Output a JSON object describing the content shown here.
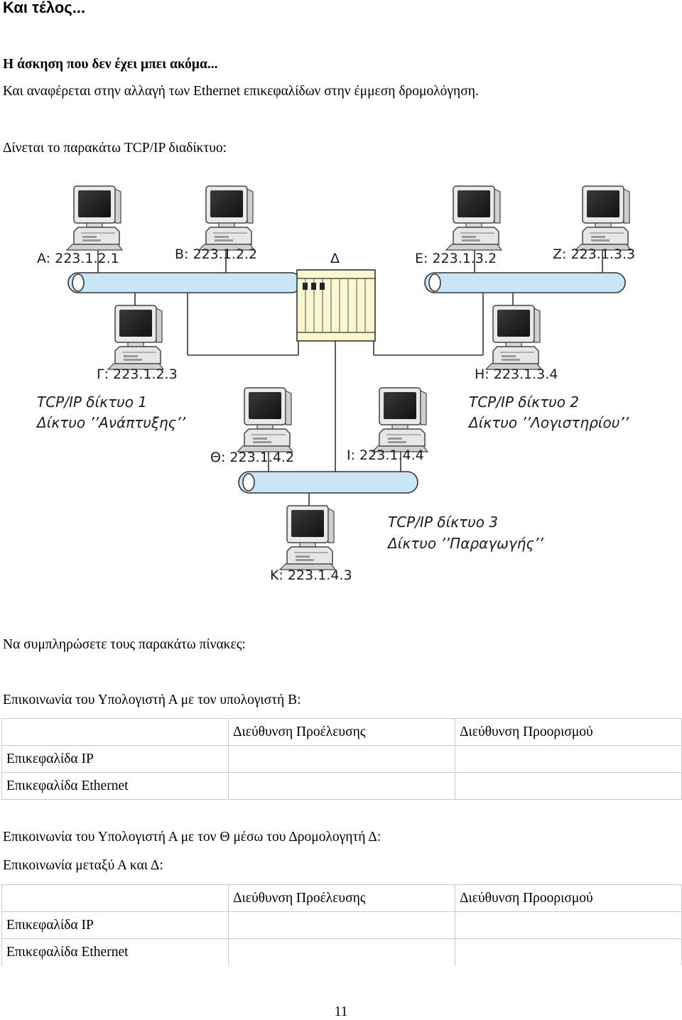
{
  "heading": "Και τέλος...",
  "exercise_title": "Η άσκηση που δεν έχει μπει ακόμα...",
  "exercise_desc": "Και αναφέρεται στην αλλαγή των Ethernet επικεφαλίδων στην έμμεση δρομολόγηση.",
  "given_text": "Δίνεται το παρακάτω TCP/IP διαδίκτυο:",
  "diagram": {
    "router_label": "Δ",
    "hosts": {
      "A": "A: 223.1.2.1",
      "B": "B: 223.1.2.2",
      "G": "Γ: 223.1.2.3",
      "E": "E: 223.1.3.2",
      "Z": "Z: 223.1.3.3",
      "H": "H: 223.1.3.4",
      "TH": "Θ: 223.1.4.2",
      "I": "I: 223.1.4.4",
      "K": "K: 223.1.4.3"
    },
    "networks": {
      "net1_line1": "TCP/IP δίκτυο 1",
      "net1_line2": "Δίκτυο ’’Ανάπτυξης’’",
      "net2_line1": "TCP/IP δίκτυο 2",
      "net2_line2": "Δίκτυο ’’Λογιστηρίου’’",
      "net3_line1": "TCP/IP δίκτυο 3",
      "net3_line2": "Δίκτυο ’’Παραγωγής’’"
    }
  },
  "fill_text": "Να συμπληρώσετε τους παρακάτω πίνακες:",
  "comm1_title": "Επικοινωνία του Υπολογιστή Α με τον υπολογιστή Β:",
  "table_headers": {
    "source": "Διεύθυνση Προέλευσης",
    "destination": "Διεύθυνση Προορισμού"
  },
  "table_rows": {
    "ip": "Επικεφαλίδα IP",
    "ethernet": "Επικεφαλίδα Ethernet"
  },
  "comm2_title": "Επικοινωνία του Υπολογιστή Α με τον Θ μέσω του Δρομολογητή Δ:",
  "comm2_sub": "Επικοινωνία μεταξύ Α και Δ:",
  "page_number": "11"
}
